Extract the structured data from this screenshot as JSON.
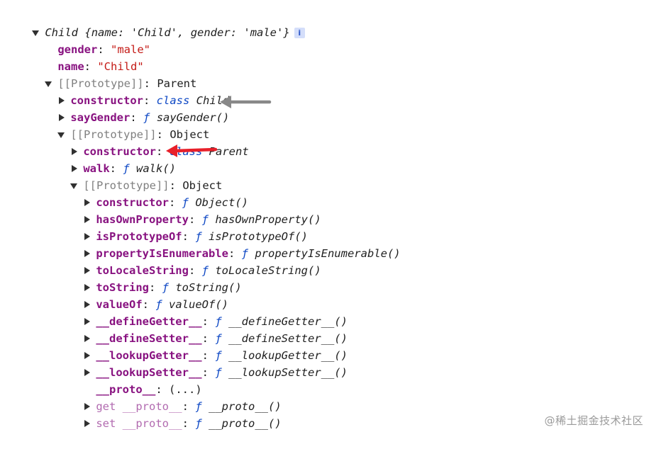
{
  "root": {
    "class_name": "Child",
    "preview_open": "{",
    "preview_k1": "name",
    "preview_v1": "'Child'",
    "preview_sep": ", ",
    "preview_k2": "gender",
    "preview_v2": "'male'",
    "preview_close": "}",
    "info_label": "i"
  },
  "own_props": [
    {
      "key": "gender",
      "value": "\"male\""
    },
    {
      "key": "name",
      "value": "\"Child\""
    }
  ],
  "proto1": {
    "key": "[[Prototype]]",
    "value": "Parent",
    "constructor": {
      "key": "constructor",
      "kw": "class",
      "name": "Child"
    },
    "sayGender": {
      "key": "sayGender",
      "fn": "ƒ",
      "name": "sayGender()"
    }
  },
  "proto2": {
    "key": "[[Prototype]]",
    "value": "Object",
    "constructor": {
      "key": "constructor",
      "kw": "class",
      "name": "Parent"
    },
    "walk": {
      "key": "walk",
      "fn": "ƒ",
      "name": "walk()"
    }
  },
  "proto3": {
    "key": "[[Prototype]]",
    "value": "Object",
    "methods": [
      {
        "key": "constructor",
        "fn": "ƒ",
        "name": "Object()"
      },
      {
        "key": "hasOwnProperty",
        "fn": "ƒ",
        "name": "hasOwnProperty()"
      },
      {
        "key": "isPrototypeOf",
        "fn": "ƒ",
        "name": "isPrototypeOf()"
      },
      {
        "key": "propertyIsEnumerable",
        "fn": "ƒ",
        "name": "propertyIsEnumerable()"
      },
      {
        "key": "toLocaleString",
        "fn": "ƒ",
        "name": "toLocaleString()"
      },
      {
        "key": "toString",
        "fn": "ƒ",
        "name": "toString()"
      },
      {
        "key": "valueOf",
        "fn": "ƒ",
        "name": "valueOf()"
      },
      {
        "key": "__defineGetter__",
        "fn": "ƒ",
        "name": "__defineGetter__()"
      },
      {
        "key": "__defineSetter__",
        "fn": "ƒ",
        "name": "__defineSetter__()"
      },
      {
        "key": "__lookupGetter__",
        "fn": "ƒ",
        "name": "__lookupGetter__()"
      },
      {
        "key": "__lookupSetter__",
        "fn": "ƒ",
        "name": "__lookupSetter__()"
      }
    ],
    "proto_accessor": {
      "key": "__proto__",
      "value": "(...)"
    },
    "get_proto": {
      "key": "get __proto__",
      "fn": "ƒ",
      "name": "__proto__()"
    },
    "set_proto": {
      "key": "set __proto__",
      "fn": "ƒ",
      "name": "__proto__()"
    }
  },
  "annotations": {
    "gray_arrow_color": "#888888",
    "red_arrow_color": "#e8202a"
  },
  "watermark": "@稀土掘金技术社区"
}
